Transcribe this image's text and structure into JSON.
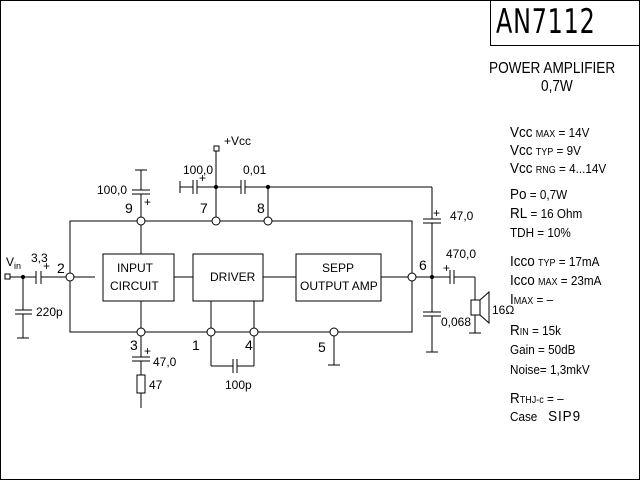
{
  "title": "AN7112",
  "subtitle": {
    "line1": "POWER AMPLIFIER",
    "line2": "0,7W"
  },
  "schematic": {
    "blocks": [
      {
        "id": "input",
        "line1": "INPUT",
        "line2": "CIRCUIT"
      },
      {
        "id": "driver",
        "line1": "DRIVER",
        "line2": ""
      },
      {
        "id": "sepp",
        "line1": "SEPP",
        "line2": "OUTPUT AMP"
      }
    ],
    "pins": {
      "p1": "1",
      "p2": "2",
      "p3": "3",
      "p4": "4",
      "p5": "5",
      "p6": "6",
      "p7": "7",
      "p8": "8",
      "p9": "9"
    },
    "labels": {
      "vin_main": "V",
      "vin_sub": "in",
      "vcc": "+Vcc",
      "c_in": "3,3",
      "c_in_filter": "220p",
      "c_pin9": "100,0",
      "c_pin7": "100,0",
      "c_pin8": "0,01",
      "c_pin3": "47,0",
      "r_pin3": "47",
      "c_pin14": "100p",
      "c_boot": "47,0",
      "c_out": "470,0",
      "c_zobel": "0,068",
      "speaker": "16Ω",
      "plus": "+"
    }
  },
  "specs": {
    "vcc_max": {
      "label": "Vcc",
      "sub": "MAX",
      "value": "= 14V"
    },
    "vcc_typ": {
      "label": "Vcc",
      "sub": "TYP",
      "value": "= 9V"
    },
    "vcc_rng": {
      "label": "Vcc",
      "sub": "RNG",
      "value": "= 4...14V"
    },
    "po": {
      "label": "Po",
      "sub": "",
      "value": "= 0,7W"
    },
    "rl": {
      "label": "RL",
      "sub": "",
      "value": "= 16 Ohm"
    },
    "tdh": {
      "label": "TDH",
      "sub": "",
      "value": "= 10%"
    },
    "icco_typ": {
      "label": "Icco",
      "sub": "TYP",
      "value": "= 17mA"
    },
    "icco_max": {
      "label": "Icco",
      "sub": "MAX",
      "value": "= 23mA"
    },
    "imax": {
      "label": "I",
      "sub": "MAX",
      "value": "= –"
    },
    "rin": {
      "label": "R",
      "sub": "IN",
      "value": "= 15k"
    },
    "gain": {
      "label": "Gain",
      "sub": "",
      "value": "= 50dB"
    },
    "noise": {
      "label": "Noise",
      "sub": "",
      "value": "= 1,3mkV"
    },
    "rthj": {
      "label": "R",
      "sub": "THJ-c",
      "value": "= –"
    },
    "case": {
      "label": "Case",
      "value": "SIP9"
    }
  }
}
